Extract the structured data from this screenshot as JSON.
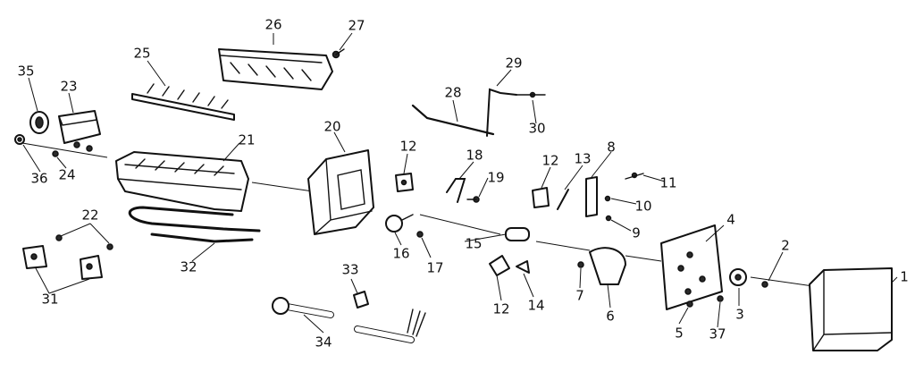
{
  "callouts": {
    "c1": "1",
    "c2": "2",
    "c3": "3",
    "c4": "4",
    "c5": "5",
    "c6": "6",
    "c7": "7",
    "c8": "8",
    "c9": "9",
    "c10": "10",
    "c11": "11",
    "c12a": "12",
    "c12b": "12",
    "c12c": "12",
    "c13": "13",
    "c14": "14",
    "c15": "15",
    "c16": "16",
    "c17": "17",
    "c18": "18",
    "c19": "19",
    "c20": "20",
    "c21": "21",
    "c22": "22",
    "c23": "23",
    "c24": "24",
    "c25": "25",
    "c26": "26",
    "c27": "27",
    "c28": "28",
    "c29": "29",
    "c30": "30",
    "c31": "31",
    "c32": "32",
    "c33": "33",
    "c34": "34",
    "c35": "35",
    "c36": "36",
    "c37": "37"
  },
  "colors": {
    "ink": "#111111",
    "paper": "#ffffff"
  }
}
